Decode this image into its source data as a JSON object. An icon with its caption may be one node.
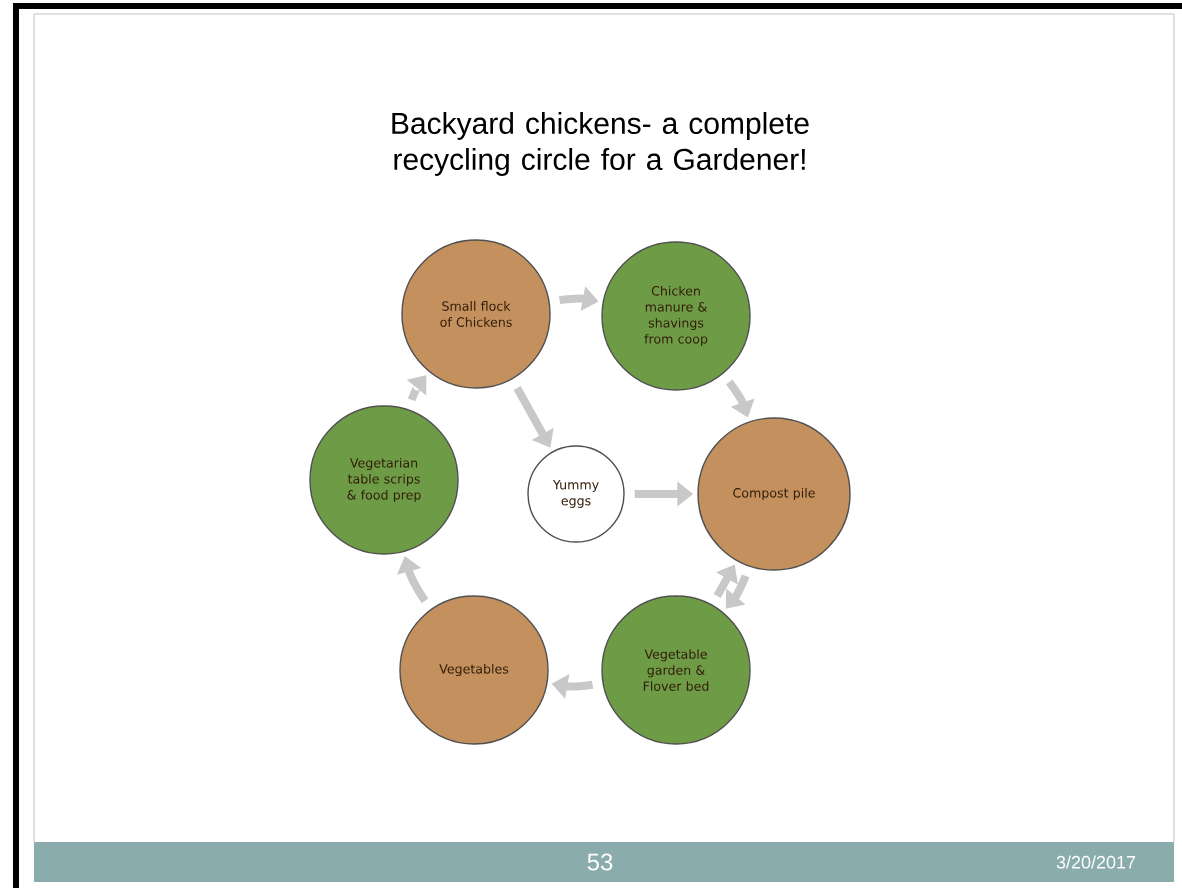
{
  "diagram": {
    "title": "Backyard chickens- a complete recycling circle for a Gardener!",
    "nodes": [
      {
        "text": [
          "Small flock of Chickens"
        ]
      },
      {
        "text": [
          "Chicken manure & shavings from coop"
        ]
      },
      {
        "text": [
          "Vegetarian table scrips & food prep"
        ]
      },
      {
        "text": [
          "Yummy eggs"
        ]
      },
      {
        "text": [
          "Compost pile"
        ]
      },
      {
        "text": [
          "Vegetables"
        ]
      },
      {
        "text": [
          "Vegetable garden & Flover bed"
        ]
      }
    ],
    "edges": [
      {
        "from": 0,
        "to": 1,
        "arrow": "to"
      },
      {
        "from": 1,
        "to": 4,
        "arrow": "to"
      },
      {
        "from": 4,
        "to": 6,
        "arrow": "to"
      },
      {
        "from": 6,
        "to": 5,
        "arrow": "to"
      },
      {
        "from": 5,
        "to": 2,
        "arrow": "to"
      },
      {
        "from": 2,
        "to": 0,
        "arrow": "to"
      },
      {
        "from": 0,
        "to": 3,
        "arrow": "to"
      },
      {
        "from": 3,
        "to": 4,
        "arrow": "to"
      },
      {
        "from": 6,
        "to": 4,
        "arrow": "to"
      }
    ],
    "labels": [
      "53",
      "3/20/2017"
    ]
  }
}
